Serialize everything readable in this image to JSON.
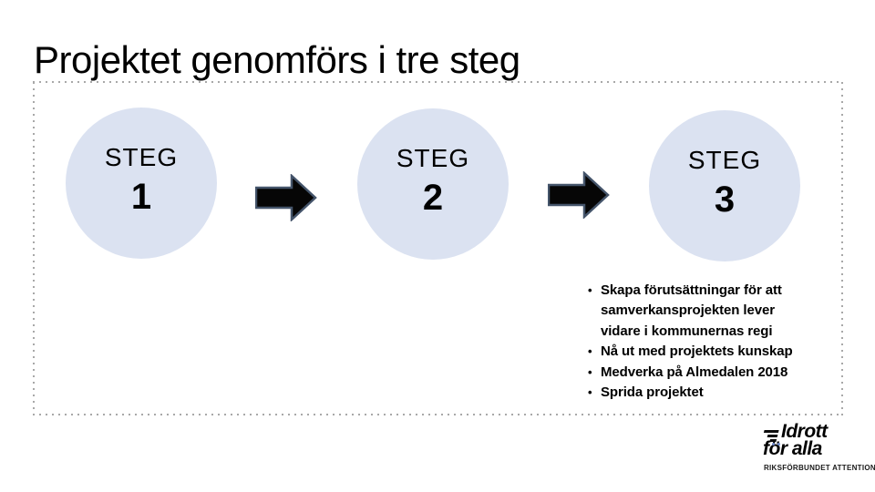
{
  "slide": {
    "title": "Projektet genomförs i tre steg"
  },
  "steps": [
    {
      "label": "STEG",
      "number": "1"
    },
    {
      "label": "STEG",
      "number": "2"
    },
    {
      "label": "STEG",
      "number": "3"
    }
  ],
  "bullets": [
    "Skapa förutsättningar för att samverkansprojekten lever vidare i kommunernas regi",
    "Nå ut med projektets kunskap",
    "Medverka på Almedalen 2018",
    "Sprida projektet"
  ],
  "logo": {
    "line1": "Idrott",
    "line2": "för alla",
    "subtitle": "RIKSFÖRBUNDET ATTENTION"
  },
  "colors": {
    "circle_fill": "#dbe2f1",
    "arrow_fill": "#060606",
    "arrow_stroke": "#44546a",
    "dotted_border": "#a8a8a8",
    "logo_accent": "#6b86c8",
    "text": "#000000"
  }
}
